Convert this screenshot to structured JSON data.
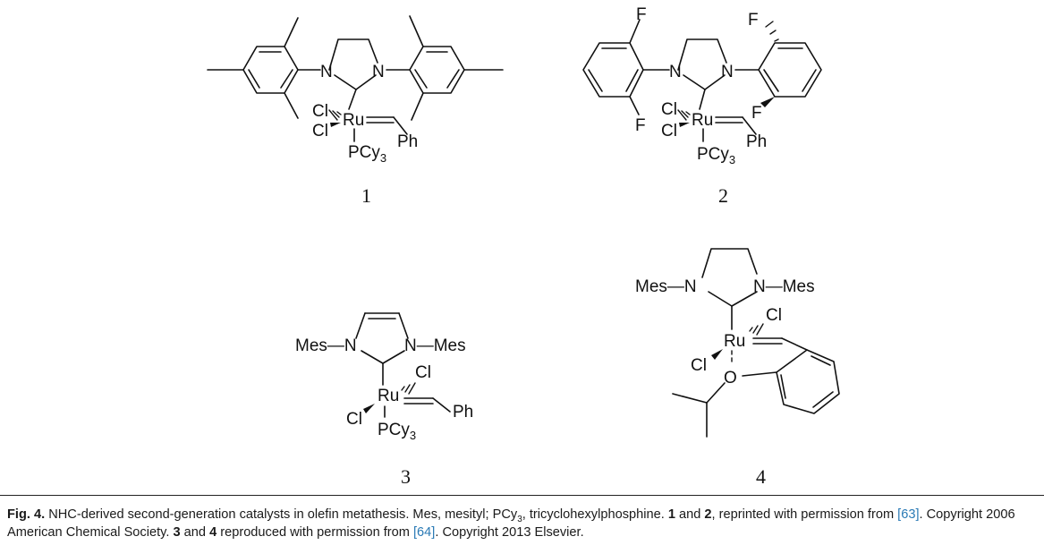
{
  "figure": {
    "compounds": [
      {
        "number": "1",
        "labels": {
          "n1": "N",
          "n2": "N",
          "cl1": "Cl",
          "cl2": "Cl",
          "ru": "Ru",
          "ph": "Ph",
          "pcy": "PCy",
          "pcy_sub": "3"
        }
      },
      {
        "number": "2",
        "labels": {
          "n1": "N",
          "n2": "N",
          "f1": "F",
          "f2": "F",
          "f3": "F",
          "f4": "F",
          "cl1": "Cl",
          "cl2": "Cl",
          "ru": "Ru",
          "ph": "Ph",
          "pcy": "PCy",
          "pcy_sub": "3"
        }
      },
      {
        "number": "3",
        "labels": {
          "mes_n1": "Mes—N",
          "n_mes2": "N—Mes",
          "cl1": "Cl",
          "cl2": "Cl",
          "ru": "Ru",
          "ph": "Ph",
          "pcy": "PCy",
          "pcy_sub": "3"
        }
      },
      {
        "number": "4",
        "labels": {
          "mes_n1": "Mes—N",
          "n_mes2": "N—Mes",
          "cl1": "Cl",
          "cl2": "Cl",
          "ru": "Ru",
          "o": "O"
        }
      }
    ]
  },
  "caption": {
    "fig_label": "Fig. 4.",
    "part1": " NHC-derived second-generation catalysts in olefin metathesis. Mes, mesityl; PCy",
    "pcy_sub": "3",
    "part2": ", tricyclohexylphosphine. ",
    "num1": "1",
    "and1": " and ",
    "num2": "2",
    "part3": ", reprinted with permission from ",
    "ref1": "[63]",
    "part4": ". Copyright 2006 American Chemical Society. ",
    "num3": "3",
    "and2": " and ",
    "num4": "4",
    "part5": " reproduced with permission from ",
    "ref2": "[64]",
    "part6": ". Copyright 2013 Elsevier."
  }
}
